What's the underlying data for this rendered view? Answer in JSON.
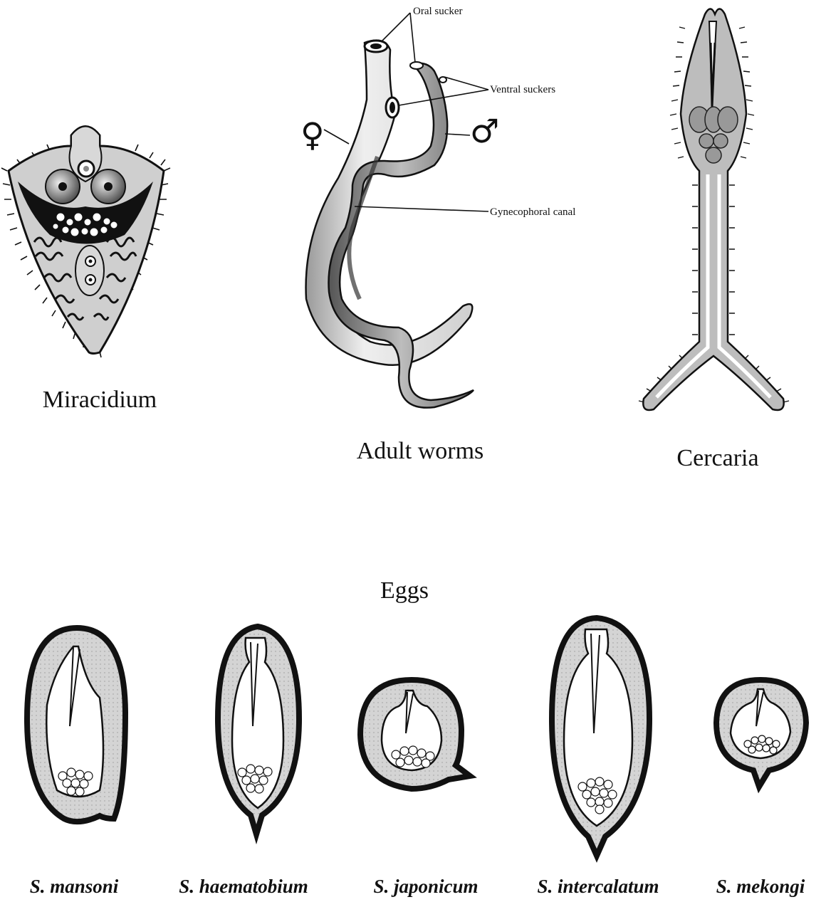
{
  "figure": {
    "miracidium": {
      "caption": "Miracidium"
    },
    "adult_worms": {
      "caption": "Adult worms",
      "labels": {
        "oral_sucker": "Oral sucker",
        "ventral_suckers": "Ventral suckers",
        "gynecophoral_canal": "Gynecophoral canal",
        "female_symbol": "♀",
        "male_symbol": "♂"
      }
    },
    "cercaria": {
      "caption": "Cercaria"
    },
    "eggs": {
      "title": "Eggs",
      "species": [
        "S. mansoni",
        "S. haematobium",
        "S. japonicum",
        "S. intercalatum",
        "S. mekongi"
      ]
    }
  },
  "colors": {
    "ink": "#111111",
    "fill_gray": "#cfcfcf",
    "light_fill": "#ececec",
    "background": "#ffffff"
  }
}
